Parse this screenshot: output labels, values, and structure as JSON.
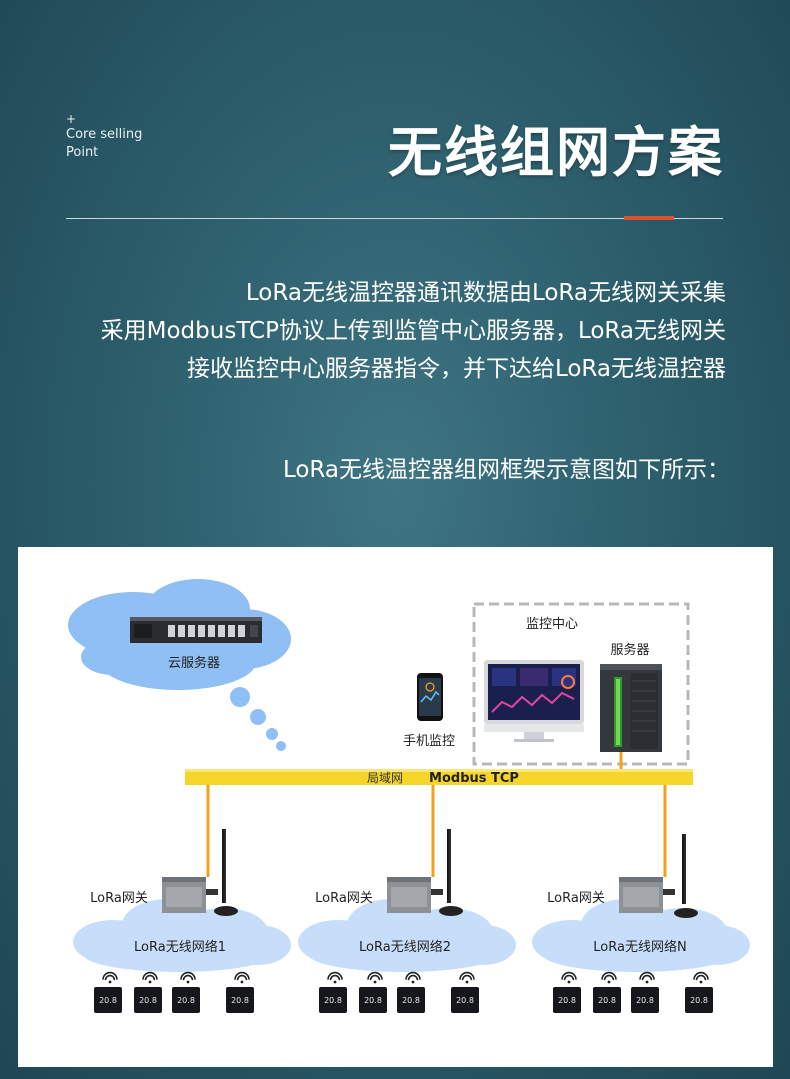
{
  "header": {
    "plus": "+",
    "core_line1": "Core selling",
    "core_line2": "Point",
    "title": "无线组网方案"
  },
  "intro": {
    "lines": [
      "LoRa无线温控器通讯数据由LoRa无线网关采集",
      "采用ModbusTCP协议上传到监管中心服务器，LoRa无线网关",
      "接收监控中心服务器指令，并下达给LoRa无线温控器"
    ],
    "diagram_intro": "LoRa无线温控器组网框架示意图如下所示："
  },
  "diagram": {
    "cloud_label": "云服务器",
    "monitor_center_label": "监控中心",
    "server_label": "服务器",
    "phone_label": "手机监控",
    "lan_label": "局域网",
    "bus_label": "Modbus TCP",
    "thermostat_display": "20.8",
    "groups": [
      {
        "gateway_label": "LoRa网关",
        "network_label": "LoRa无线网络1"
      },
      {
        "gateway_label": "LoRa网关",
        "network_label": "LoRa无线网络2"
      },
      {
        "gateway_label": "LoRa网关",
        "network_label": "LoRa无线网络N"
      }
    ]
  },
  "colors": {
    "accent": "#d9522b",
    "bus": "#f6d52a",
    "link": "#f3a01b",
    "cloud": "#8fbff4",
    "lora_cloud": "#c7defa"
  }
}
